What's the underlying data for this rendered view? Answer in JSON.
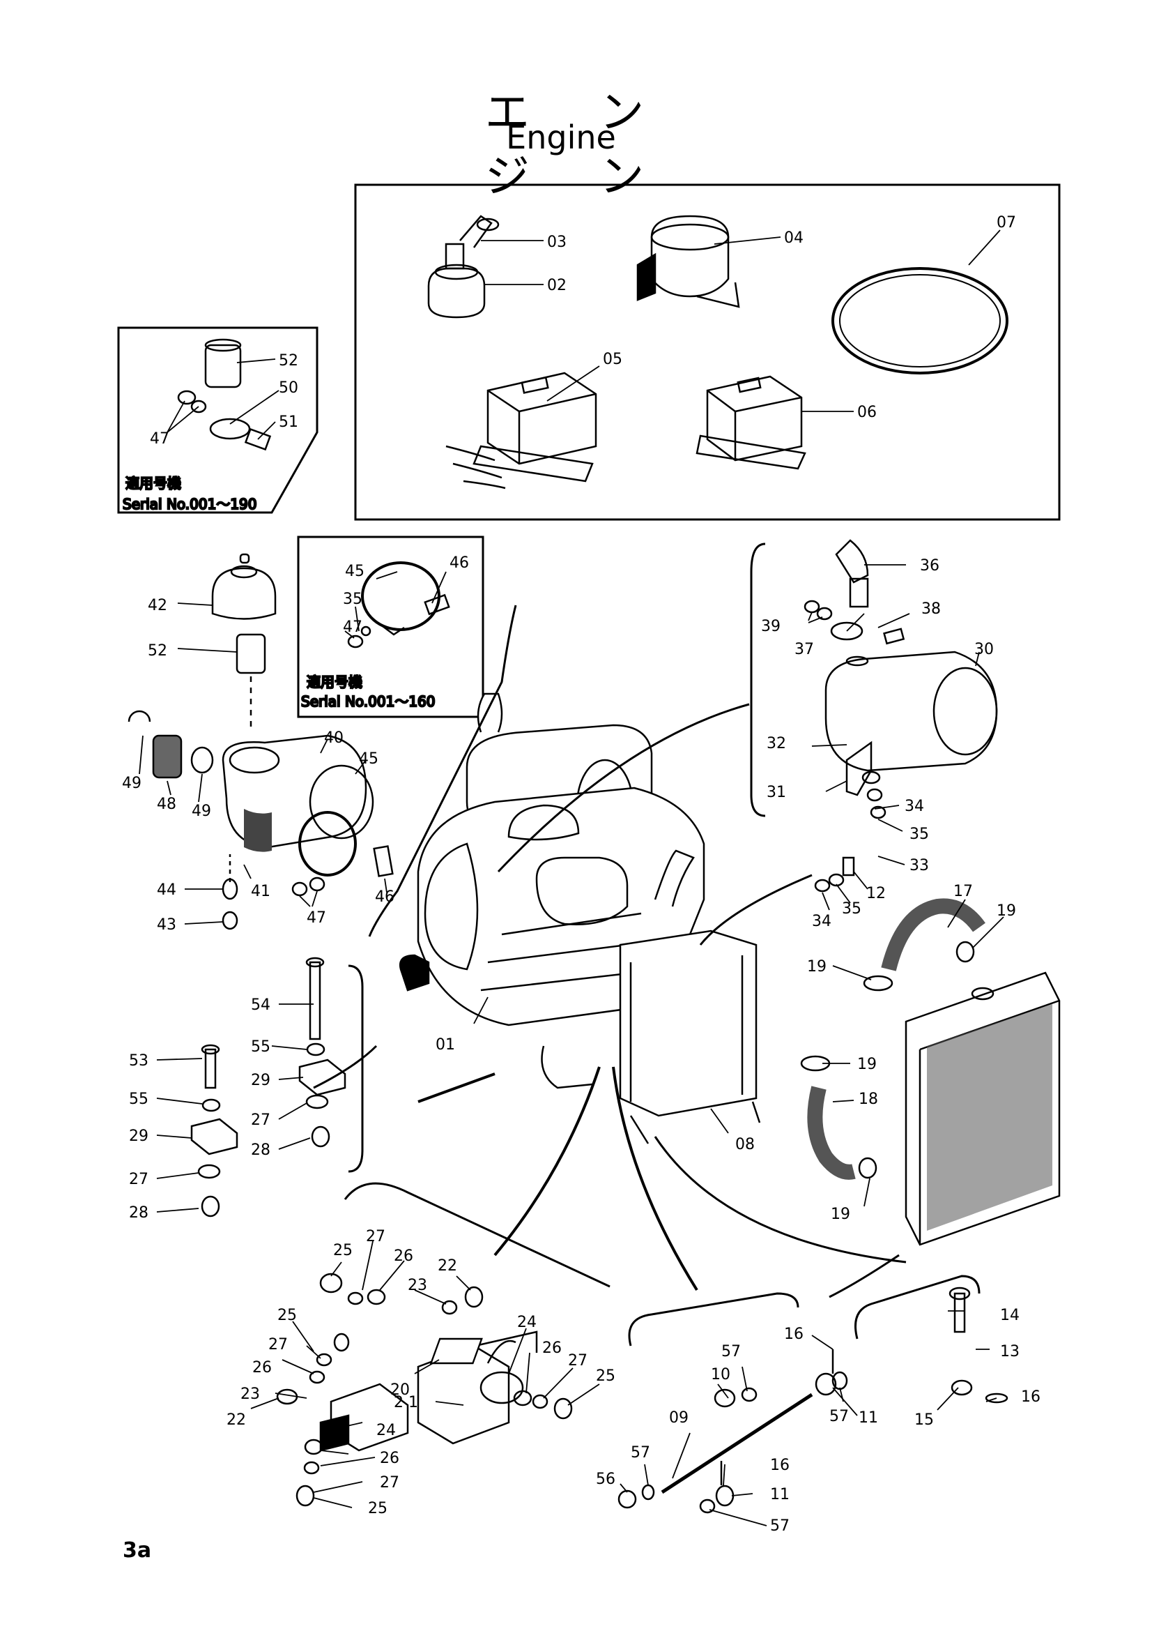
{
  "title_jp": "エ ン ジ ン",
  "title_en": "Engine",
  "page_number": "3a",
  "inset_notes": {
    "serial_label_jp": "適用号機",
    "serial_a": "Serial No.001～190",
    "serial_b": "Serial No.001～160"
  },
  "labels": {
    "p01": "01",
    "p02": "02",
    "p03": "03",
    "p04": "04",
    "p05": "05",
    "p06": "06",
    "p07": "07",
    "p08": "08",
    "p09": "09",
    "p10": "10",
    "p11a": "11",
    "p11b": "11",
    "p12": "12",
    "p13": "13",
    "p14": "14",
    "p15": "15",
    "p16a": "16",
    "p16b": "16",
    "p16c": "16",
    "p17": "17",
    "p18": "18",
    "p19a": "19",
    "p19b": "19",
    "p19c": "19",
    "p19d": "19",
    "p20": "20",
    "p21": "2 1",
    "p22a": "22",
    "p22b": "22",
    "p23a": "23",
    "p23b": "23",
    "p24a": "24",
    "p24b": "24",
    "p25a": "25",
    "p25b": "25",
    "p25c": "25",
    "p25d": "25",
    "p26a": "26",
    "p26b": "26",
    "p26c": "26",
    "p26d": "26",
    "p27a": "27",
    "p27b": "27",
    "p27c": "27",
    "p27d": "27",
    "p27e": "27",
    "p27f": "27",
    "p28a": "28",
    "p28b": "28",
    "p29a": "29",
    "p29b": "29",
    "p30": "30",
    "p31": "31",
    "p32": "32",
    "p33": "33",
    "p34a": "34",
    "p34b": "34",
    "p35a": "35",
    "p35b": "35",
    "p35c": "35",
    "p36": "36",
    "p37": "37",
    "p38": "38",
    "p39": "39",
    "p40": "40",
    "p41": "41",
    "p42": "42",
    "p43": "43",
    "p44": "44",
    "p45a": "45",
    "p45b": "45",
    "p46a": "46",
    "p46b": "46",
    "p47a": "47",
    "p47b": "47",
    "p47c": "47",
    "p48": "48",
    "p49a": "49",
    "p49b": "49",
    "p50": "50",
    "p51": "51",
    "p52a": "52",
    "p52b": "52",
    "p53": "53",
    "p54": "54",
    "p55a": "55",
    "p55b": "55",
    "p56": "56",
    "p57a": "57",
    "p57b": "57",
    "p57c": "57",
    "p57d": "57"
  }
}
